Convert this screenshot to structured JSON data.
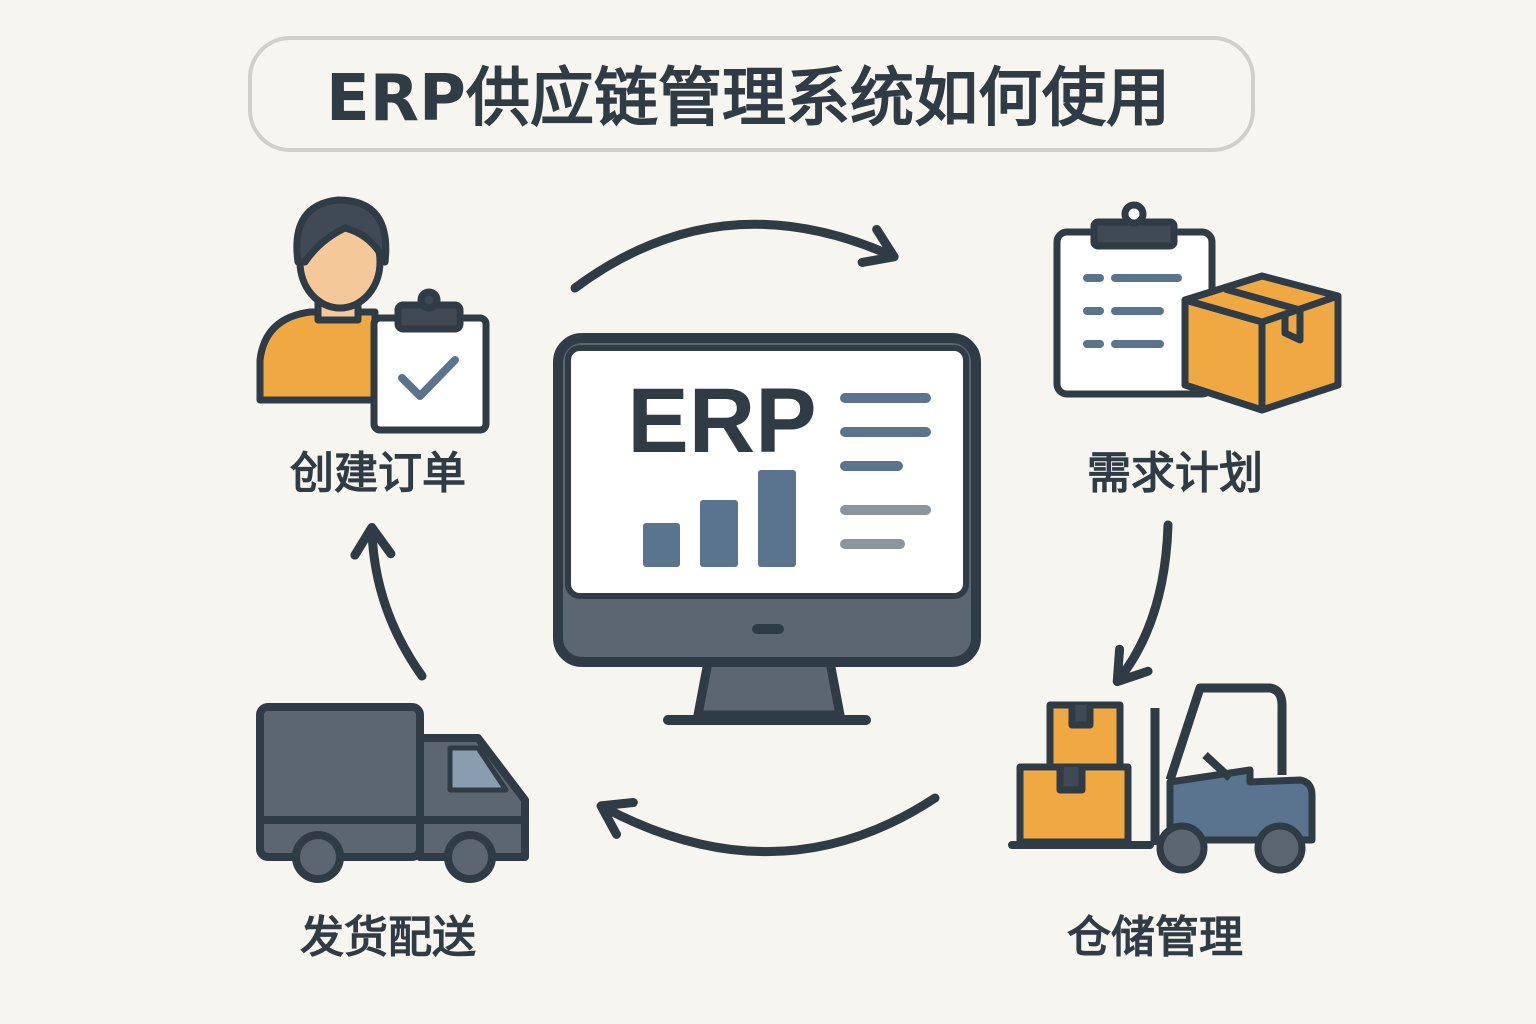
{
  "title": "ERP供应链管理系统如何使用",
  "center": {
    "screen_text": "ERP"
  },
  "steps": [
    {
      "label": "创建订单",
      "icon": "person-clipboard-icon"
    },
    {
      "label": "需求计划",
      "icon": "clipboard-box-icon"
    },
    {
      "label": "仓储管理",
      "icon": "forklift-boxes-icon"
    },
    {
      "label": "发货配送",
      "icon": "truck-icon"
    }
  ],
  "colors": {
    "background": "#f7f5ef",
    "dark": "#2f3b45",
    "orange": "#f0a843",
    "blue": "#5a7490",
    "gray": "#8a959e"
  }
}
